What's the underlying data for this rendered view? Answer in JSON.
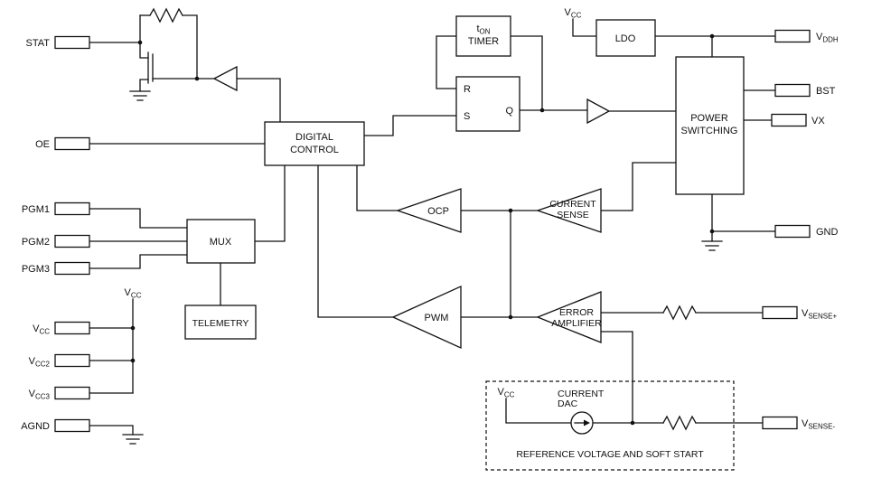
{
  "colors": {
    "line": "#111111",
    "background": "#ffffff"
  },
  "pins": {
    "stat": {
      "label": "STAT"
    },
    "oe": {
      "label": "OE"
    },
    "pgm1": {
      "label": "PGM1"
    },
    "pgm2": {
      "label": "PGM2"
    },
    "pgm3": {
      "label": "PGM3"
    },
    "vcc": {
      "main": "V",
      "sub": "CC"
    },
    "vcc2": {
      "main": "V",
      "sub": "CC2"
    },
    "vcc3": {
      "main": "V",
      "sub": "CC3"
    },
    "agnd": {
      "label": "AGND"
    },
    "vddh": {
      "main": "V",
      "sub": "DDH"
    },
    "bst": {
      "label": "BST"
    },
    "vx": {
      "label": "VX"
    },
    "gnd": {
      "label": "GND"
    },
    "vsense_plus": {
      "main": "V",
      "sub": "SENSE+"
    },
    "vsense_minus": {
      "main": "V",
      "sub": "SENSE-"
    }
  },
  "supplies": {
    "vcc_ldo": {
      "main": "V",
      "sub": "CC"
    },
    "vcc_left": {
      "main": "V",
      "sub": "CC"
    },
    "vcc_dac": {
      "main": "V",
      "sub": "CC"
    }
  },
  "blocks": {
    "ton_timer": {
      "line1_main": "t",
      "line1_sub": "ON",
      "line2": "TIMER"
    },
    "flipflop": {
      "r": "R",
      "s": "S",
      "q": "Q"
    },
    "ldo": {
      "label": "LDO"
    },
    "power_switching": {
      "line1": "POWER",
      "line2": "SWITCHING"
    },
    "digital_control": {
      "line1": "DIGITAL",
      "line2": "CONTROL"
    },
    "mux": {
      "label": "MUX"
    },
    "telemetry": {
      "label": "TELEMETRY"
    },
    "ocp": {
      "label": "OCP"
    },
    "pwm": {
      "label": "PWM"
    },
    "current_sense": {
      "line1": "CURRENT",
      "line2": "SENSE"
    },
    "error_amplifier": {
      "line1": "ERROR",
      "line2": "AMPLIFIER"
    },
    "current_dac": {
      "line1": "CURRENT",
      "line2": "DAC"
    },
    "reference_soft_start": {
      "label": "REFERENCE VOLTAGE AND SOFT START"
    }
  }
}
